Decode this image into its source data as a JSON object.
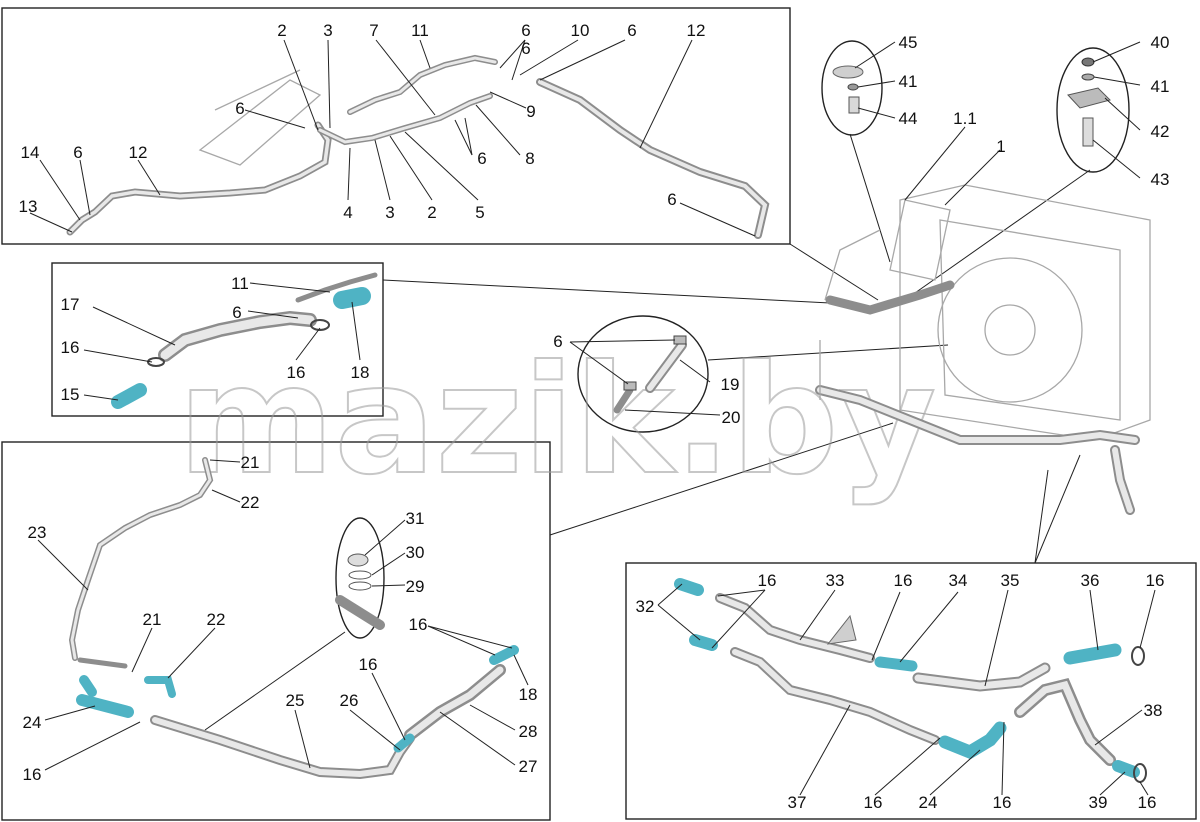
{
  "watermark": "mazik.by",
  "corner_mark": "",
  "panels": {
    "top_left": {
      "labels": [
        "2",
        "3",
        "7",
        "11",
        "6",
        "6",
        "10",
        "6",
        "12",
        "6",
        "9",
        "8",
        "6",
        "14",
        "6",
        "12",
        "13",
        "4",
        "3",
        "2",
        "5",
        "6"
      ]
    },
    "mid_left": {
      "labels": [
        "11",
        "17",
        "6",
        "16",
        "15",
        "16",
        "18"
      ]
    },
    "detail_center": {
      "labels": [
        "6",
        "19",
        "20"
      ]
    },
    "right_top": {
      "labels": [
        "45",
        "41",
        "44",
        "1.1",
        "1",
        "40",
        "41",
        "42",
        "43"
      ]
    },
    "bottom_left": {
      "labels": [
        "21",
        "22",
        "23",
        "31",
        "30",
        "29",
        "21",
        "22",
        "16",
        "18",
        "24",
        "16",
        "25",
        "26",
        "16",
        "28",
        "27"
      ]
    },
    "bottom_right": {
      "labels": [
        "32",
        "16",
        "33",
        "16",
        "34",
        "35",
        "36",
        "16",
        "38",
        "37",
        "16",
        "24",
        "16",
        "39",
        "16"
      ]
    }
  }
}
